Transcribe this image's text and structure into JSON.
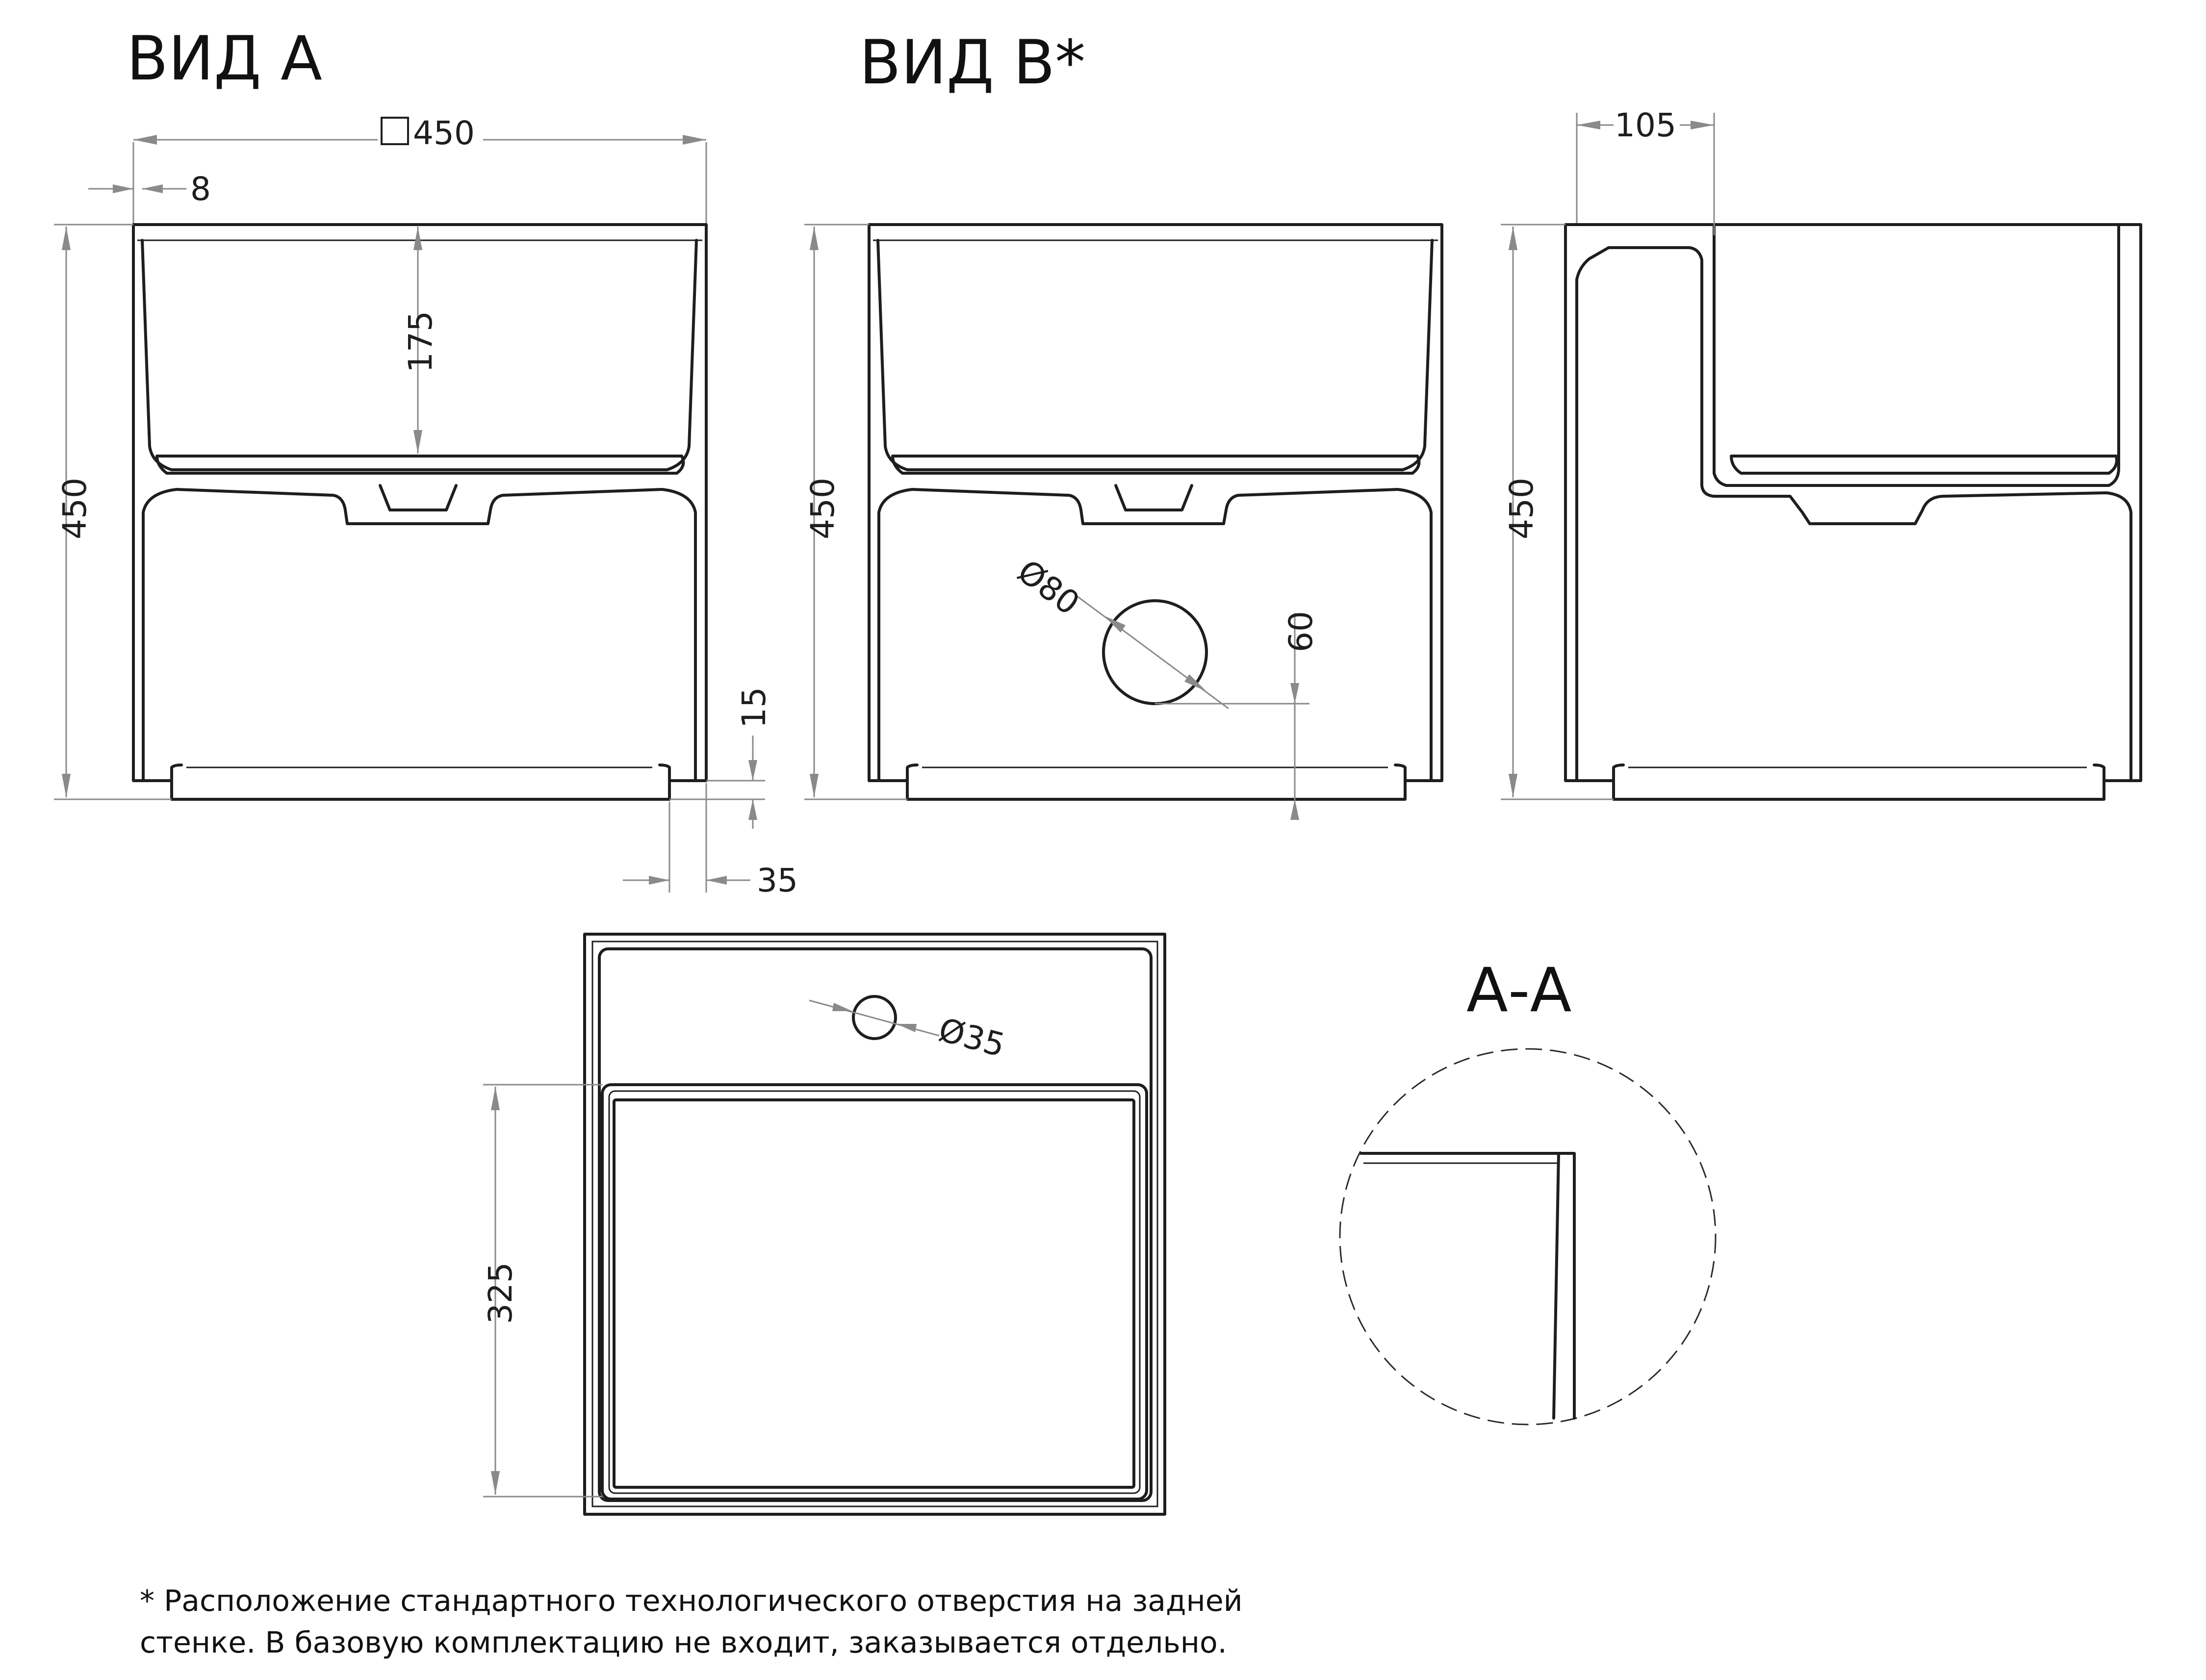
{
  "titles": {
    "view_a": "ВИД А",
    "view_b": "ВИД В*",
    "section": "А-А"
  },
  "dimensions": {
    "overall_width": "450",
    "rim": "8",
    "bowl_depth": "175",
    "height_a": "450",
    "base_height": "15",
    "base_offset": "35",
    "height_b": "450",
    "hole_diameter": "Ø80",
    "hole_height": "60",
    "side_width": "105",
    "height_side": "450",
    "tap_hole": "Ø35",
    "bowl_length": "325"
  },
  "footnote": {
    "line1": "* Расположение стандартного технологического отверстия на задней",
    "line2": "стенке. В базовую комплектацию не входит, заказывается отдельно."
  }
}
